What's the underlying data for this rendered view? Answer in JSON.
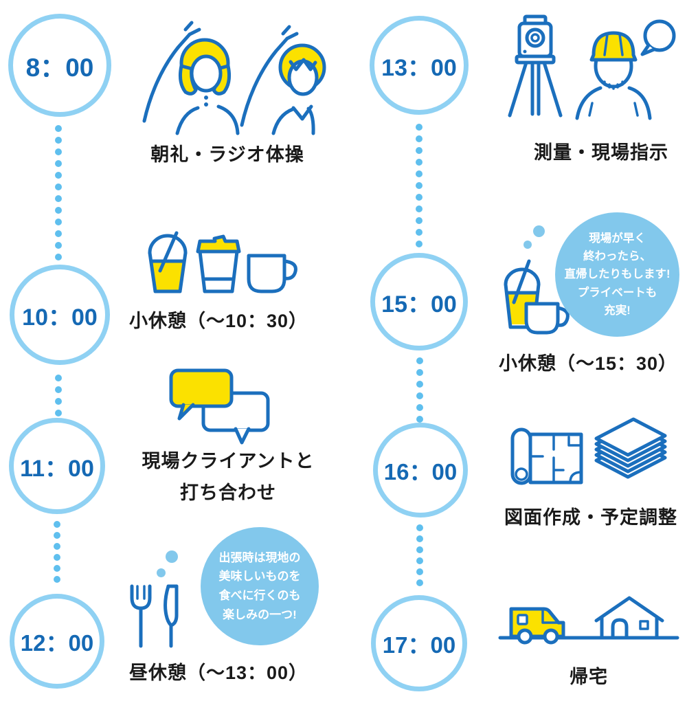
{
  "palette": {
    "circle_border": "#8FD1F3",
    "dot": "#5FBFEE",
    "time_text": "#1569B4",
    "icon_stroke": "#1B6FBD",
    "accent_yellow": "#FBE100",
    "bubble_fill": "#82C8EC",
    "bubble_text": "#FFFFFF",
    "label_text": "#1A1A1A"
  },
  "icons": {
    "e0800": "radio-exercise-icon",
    "e1000": "drinks-icon",
    "e1100": "chat-bubbles-icon",
    "e1200": "fork-knife-icon",
    "e1300": "survey-worker-icon",
    "e1500": "drink-mug-icon",
    "e1600": "blueprint-papers-icon",
    "e1700": "van-house-icon"
  },
  "events": [
    {
      "time": "8：00",
      "label": "朝礼・ラジオ体操"
    },
    {
      "time": "10：00",
      "label": "小休憩（～10：30）"
    },
    {
      "time": "11：00",
      "label_line1": "現場クライアントと",
      "label_line2": "打ち合わせ"
    },
    {
      "time": "12：00",
      "label": "昼休憩（～13：00）",
      "bubble": [
        "出張時は現地の",
        "美味しいものを",
        "食べに行くのも",
        "楽しみの一つ!"
      ]
    },
    {
      "time": "13：00",
      "label": "測量・現場指示"
    },
    {
      "time": "15：00",
      "label": "小休憩（～15：30）",
      "bubble": [
        "現場が早く",
        "終わったら、",
        "直帰したりもします!",
        "プライベートも",
        "充実!"
      ]
    },
    {
      "time": "16：00",
      "label": "図面作成・予定調整"
    },
    {
      "time": "17：00",
      "label": "帰宅"
    }
  ]
}
